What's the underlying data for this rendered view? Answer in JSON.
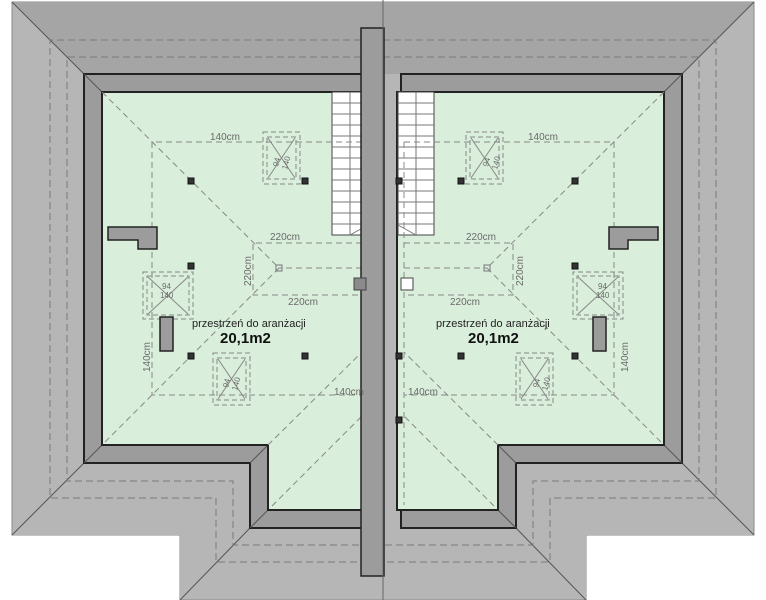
{
  "colors": {
    "roof_top": "#a5a5a5",
    "roof_side": "#b6b6b6",
    "wall": "#9c9c9c",
    "floor": "#d9eedb",
    "outline": "#222222"
  },
  "left": {
    "dims": {
      "top": "140cm",
      "inner_top": "220cm",
      "inner_side": "220cm",
      "inner_bottom": "220cm",
      "side": "140cm",
      "bottom": "140cm"
    },
    "room_label": "przestrzeń do aranżacji",
    "room_area": "20,1m2",
    "windows": [
      {
        "w": "94",
        "h": "140"
      },
      {
        "w": "94",
        "h": "140"
      },
      {
        "w": "94",
        "h": "140"
      }
    ]
  },
  "right": {
    "dims": {
      "top": "140cm",
      "inner_top": "220cm",
      "inner_side": "220cm",
      "inner_bottom": "220cm",
      "side": "140cm",
      "bottom": "140cm"
    },
    "room_label": "przestrzeń do aranżacji",
    "room_area": "20,1m2",
    "windows": [
      {
        "w": "94",
        "h": "140"
      },
      {
        "w": "94",
        "h": "140"
      },
      {
        "w": "94",
        "h": "140"
      }
    ]
  }
}
